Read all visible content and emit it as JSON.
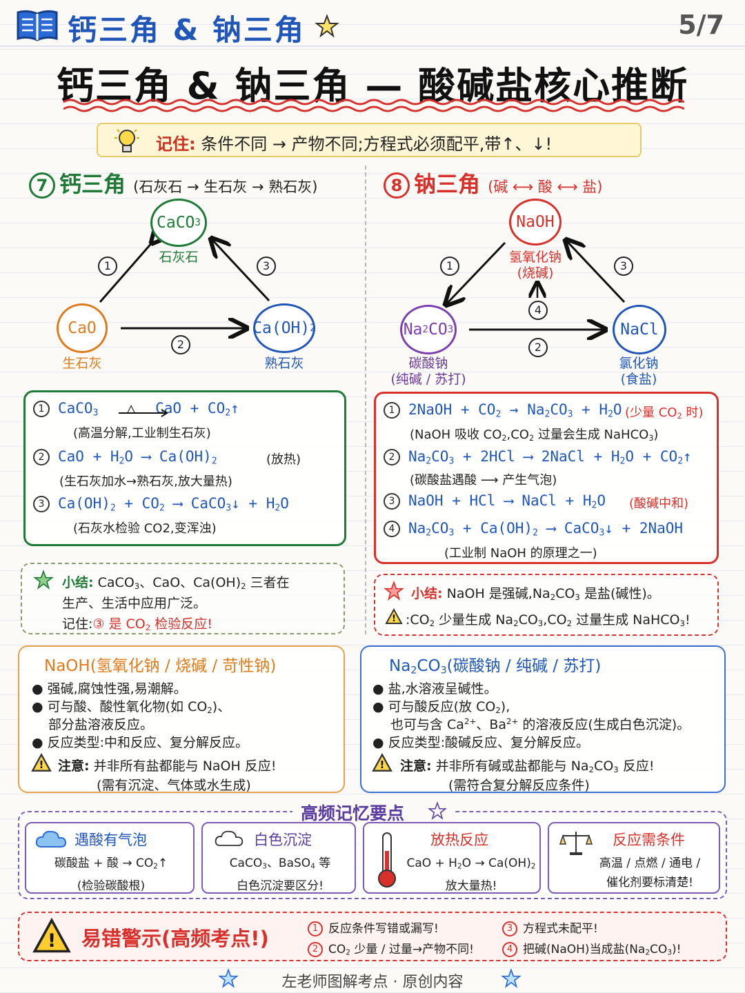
{
  "header": {
    "title": "钙三角 & 钠三角",
    "page": "5/7",
    "main_title": "钙三角 & 钠三角 — 酸碱盐核心推断"
  },
  "remember": {
    "label": "记住:",
    "text": "条件不同 → 产物不同;方程式必须配平,带↑、↓!"
  },
  "calcium": {
    "number": "7",
    "title": "钙三角",
    "subtitle": "(石灰石 → 生石灰 → 熟石灰)",
    "nodes": {
      "top": "CaCO3",
      "top_label": "石灰石",
      "left": "CaO",
      "left_label": "生石灰",
      "right": "Ca(OH)2",
      "right_label": "熟石灰"
    },
    "steps": [
      "1",
      "2",
      "3"
    ],
    "equations": [
      {
        "n": "1",
        "eq": "CaCO3 —△→ CaO + CO2↑",
        "extra": "",
        "note": "(高温分解,工业制生石灰)"
      },
      {
        "n": "2",
        "eq": "CaO + H2O ⟶ Ca(OH)2",
        "extra": "(放热)",
        "note": "(生石灰加水→熟石灰,放大量热)"
      },
      {
        "n": "3",
        "eq": "Ca(OH)2 + CO2 ⟶ CaCO3↓ + H2O",
        "extra": "",
        "note": "(石灰水检验 CO2,变浑浊)"
      }
    ],
    "summary": {
      "label": "小结:",
      "line1": "CaCO3、CaO、Ca(OH)2 三者在",
      "line2": "生产、生活中应用广泛。",
      "line3_prefix": "记住:",
      "line3": "③ 是 CO2 检验反应!"
    }
  },
  "sodium": {
    "number": "8",
    "title": "钠三角",
    "subtitle": "(碱 ⟷ 酸 ⟷ 盐)",
    "nodes": {
      "top": "NaOH",
      "top_label": "氢氧化钠",
      "top_label2": "(烧碱)",
      "left": "Na2CO3",
      "left_label": "碳酸钠",
      "left_label2": "(纯碱 / 苏打)",
      "right": "NaCl",
      "right_label": "氯化钠",
      "right_label2": "(食盐)"
    },
    "steps": [
      "1",
      "2",
      "3",
      "4"
    ],
    "equations": [
      {
        "n": "1",
        "eq": "2NaOH + CO2 → Na2CO3 + H2O",
        "extra": "(少量 CO2 时)",
        "note": "(NaOH 吸收 CO2,CO2 过量会生成 NaHCO3)"
      },
      {
        "n": "2",
        "eq": "Na2CO3 + 2HCl ⟶ 2NaCl + H2O + CO2↑",
        "extra": "",
        "note": "(碳酸盐遇酸 ⟶ 产生气泡)"
      },
      {
        "n": "3",
        "eq": "NaOH + HCl ⟶ NaCl + H2O",
        "extra": "(酸碱中和)",
        "note": ""
      },
      {
        "n": "4",
        "eq": "Na2CO3 + Ca(OH)2 ⟶ CaCO3↓ + 2NaOH",
        "extra": "",
        "note": "(工业制 NaOH 的原理之一)"
      }
    ],
    "summary": {
      "label": "小结:",
      "line1": "NaOH 是强碱,Na2CO3 是盐(碱性)。",
      "line2": ":CO2 少量生成 Na2CO3,CO2 过量生成 NaHCO3!"
    }
  },
  "naoh_card": {
    "title": "NaOH(氢氧化钠 / 烧碱 / 苛性钠)",
    "bullets": [
      "强碱,腐蚀性强,易潮解。",
      "可与酸、酸性氧化物(如 CO2)、",
      "部分盐溶液反应。",
      "反应类型:中和反应、复分解反应。"
    ],
    "warn_label": "注意:",
    "warn": "并非所有盐都能与 NaOH 反应!",
    "warn_note": "(需有沉淀、气体或水生成)"
  },
  "na2co3_card": {
    "title": "Na2CO3(碳酸钠 / 纯碱 / 苏打)",
    "bullets": [
      "盐,水溶液呈碱性。",
      "可与酸反应(放 CO2),",
      "也可与含 Ca2+、Ba2+ 的溶液反应(生成白色沉淀)。",
      "反应类型:酸碱反应、复分解反应。"
    ],
    "warn_label": "注意:",
    "warn": "并非所有碱或盐都能与 Na2CO3 反应!",
    "warn_note": "(需符合复分解反应条件)"
  },
  "memory": {
    "title": "高频记忆要点",
    "cards": [
      {
        "icon": "cloud-icon",
        "title": "遇酸有气泡",
        "l1": "碳酸盐 + 酸 → CO2↑",
        "l2": "(检验碳酸根)"
      },
      {
        "icon": "cloud-outline-icon",
        "title": "白色沉淀",
        "l1": "CaCO3、BaSO4 等",
        "l2": "白色沉淀要区分!"
      },
      {
        "icon": "thermometer-icon",
        "title": "放热反应",
        "l1": "CaO + H2O → Ca(OH)2",
        "l2": "放大量热!"
      },
      {
        "icon": "scale-icon",
        "title": "反应需条件",
        "l1": "高温 / 点燃 / 通电 /",
        "l2": "催化剂要标清楚!"
      }
    ]
  },
  "warning": {
    "title": "易错警示(高频考点!)",
    "items": [
      {
        "n": "1",
        "text": "反应条件写错或漏写!"
      },
      {
        "n": "3",
        "text": "方程式未配平!"
      },
      {
        "n": "2",
        "text": "CO2 少量 / 过量→产物不同!"
      },
      {
        "n": "4",
        "text": "把碱(NaOH)当成盐(Na2CO3)!"
      }
    ]
  },
  "footer": "左老师图解考点 · 原创内容",
  "colors": {
    "blue": "#1f56b8",
    "green": "#1e7a36",
    "red": "#d8302a",
    "orange": "#e07b1c",
    "purple": "#7b5bb6"
  }
}
